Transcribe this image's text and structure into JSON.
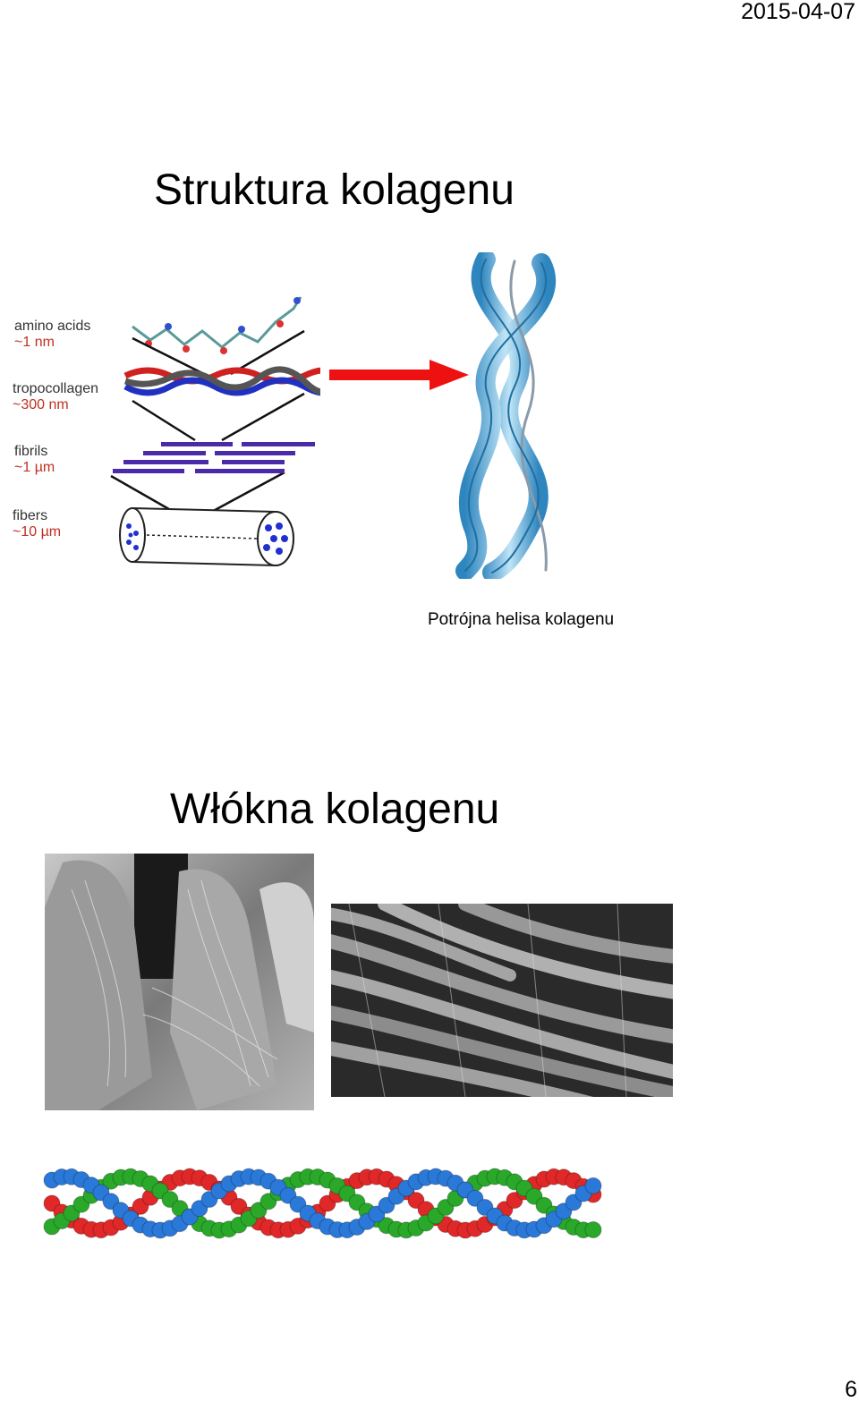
{
  "header": {
    "date": "2015-04-07"
  },
  "slide1": {
    "title": "Struktura kolagenu",
    "diagram_levels": [
      {
        "label": "amino acids",
        "size": "~1 nm"
      },
      {
        "label": "tropocollagen",
        "size": "~300 nm"
      },
      {
        "label": "fibrils",
        "size": "~1 µm"
      },
      {
        "label": "fibers",
        "size": "~10 µm"
      }
    ],
    "caption": "Potrójna helisa kolagenu"
  },
  "slide2": {
    "title": "Włókna kolagenu"
  },
  "colors": {
    "arrow": "#ee1111",
    "helix": "#4aa8d8",
    "fibril": "#4a2aa8",
    "strand_red": "#e02828",
    "strand_green": "#2aa82a",
    "strand_blue": "#2a78d8"
  },
  "footer": {
    "page_number": "6"
  }
}
